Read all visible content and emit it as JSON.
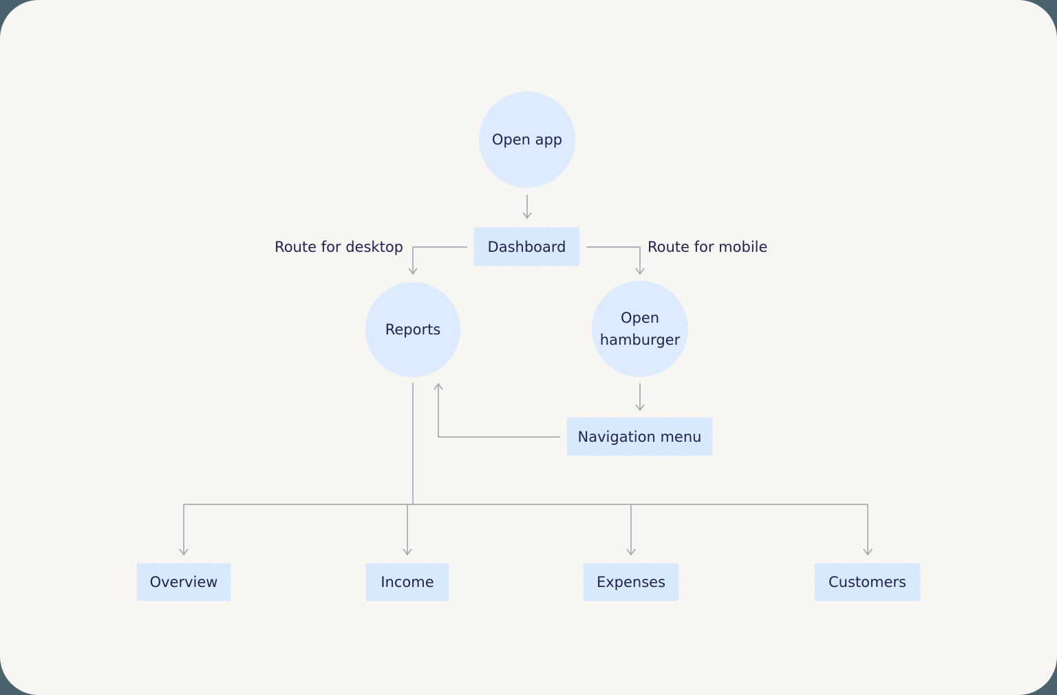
{
  "diagram": {
    "type": "flowchart",
    "colors": {
      "outer_background": "#4a626e",
      "canvas_background": "#f8f6f2",
      "circle_node_fill": "#dcebfd",
      "rect_node_fill": "#d8e9fc",
      "node_text": "#1b2150",
      "connector_line": "#a6aab2"
    },
    "nodes": {
      "open_app": "Open app",
      "dashboard": "Dashboard",
      "reports": "Reports",
      "open_hamburger": "Open hamburger",
      "navigation_menu": "Navigation menu",
      "overview": "Overview",
      "income": "Income",
      "expenses": "Expenses",
      "customers": "Customers"
    },
    "edge_labels": {
      "desktop": "Route for desktop",
      "mobile": "Route for mobile"
    },
    "edges": [
      {
        "from": "open_app",
        "to": "dashboard",
        "label": ""
      },
      {
        "from": "dashboard",
        "to": "reports",
        "label": "Route for desktop"
      },
      {
        "from": "dashboard",
        "to": "open_hamburger",
        "label": "Route for mobile"
      },
      {
        "from": "open_hamburger",
        "to": "navigation_menu",
        "label": ""
      },
      {
        "from": "navigation_menu",
        "to": "reports",
        "label": ""
      },
      {
        "from": "reports",
        "to": "overview",
        "label": ""
      },
      {
        "from": "reports",
        "to": "income",
        "label": ""
      },
      {
        "from": "reports",
        "to": "expenses",
        "label": ""
      },
      {
        "from": "reports",
        "to": "customers",
        "label": ""
      }
    ]
  }
}
